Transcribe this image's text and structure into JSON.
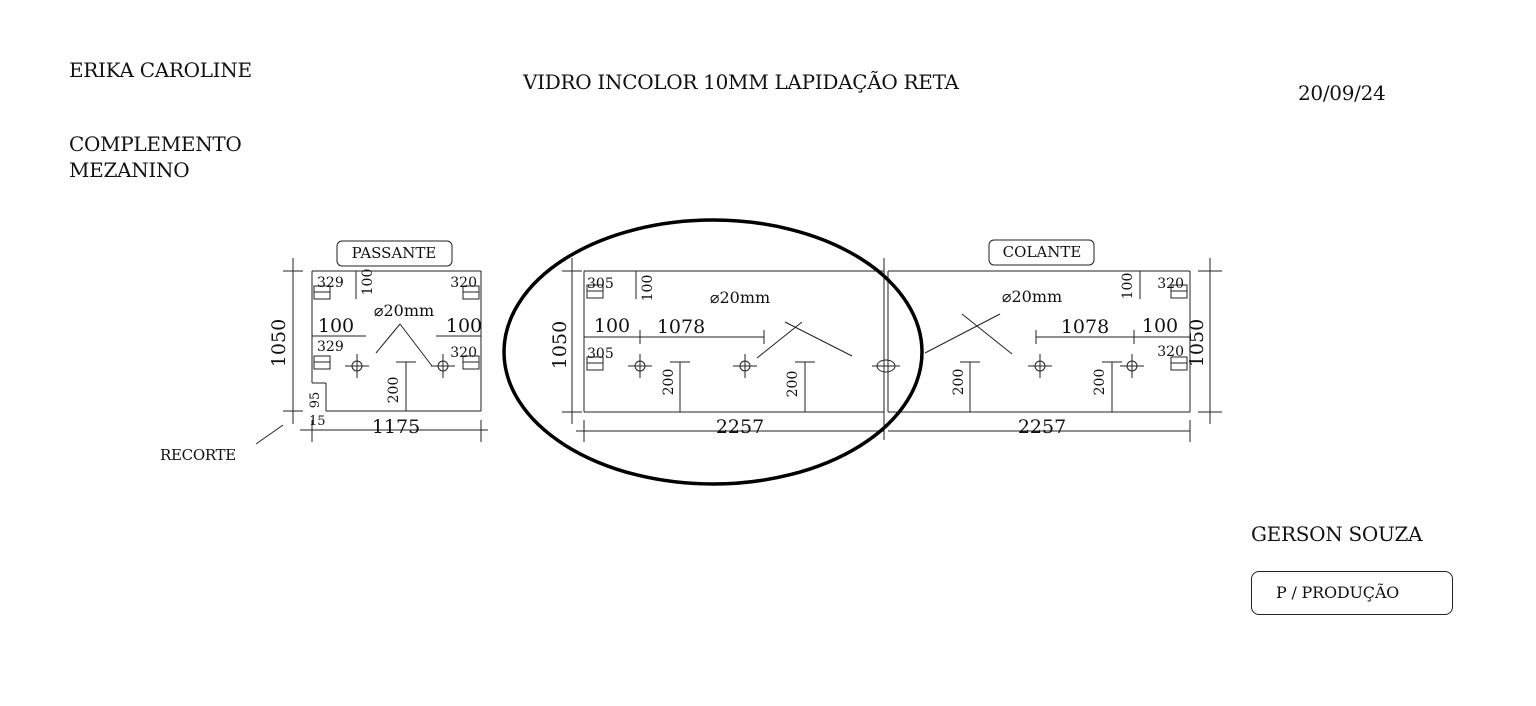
{
  "header": {
    "client": "ERIKA CAROLINE",
    "title": "VIDRO INCOLOR 10MM LAPIDAÇÃO RETA",
    "date": "20/09/24",
    "project_line1": "COMPLEMENTO",
    "project_line2": "MEZANINO"
  },
  "footer": {
    "installer": "GERSON SOUZA",
    "note": "P / PRODUÇÃO"
  },
  "recorte_label": "RECORTE",
  "panel_left": {
    "tag": "PASSANTE",
    "width": "1175",
    "height": "1050",
    "hole_top_left": "329",
    "hole_top_right": "320",
    "hole_top_v": "100",
    "hinge_left": "329",
    "hinge_right": "320",
    "margin_left": "100",
    "margin_right": "100",
    "hole_diameter": "⌀20mm",
    "hole_v": "200",
    "cut_h": "95",
    "cut_w": "15"
  },
  "panel_middle": {
    "width": "2257",
    "height": "1050",
    "hole_top": "305",
    "hole_top_v": "100",
    "hinge": "305",
    "margin": "100",
    "spacing": "1078",
    "hole_diameter": "⌀20mm",
    "hole_v1": "200",
    "hole_v2": "200"
  },
  "panel_right": {
    "tag": "COLANTE",
    "width": "2257",
    "height": "1050",
    "hole_top": "320",
    "hole_top_v": "100",
    "hinge": "320",
    "margin": "100",
    "spacing": "1078",
    "hole_diameter": "⌀20mm",
    "hole_v1": "200",
    "hole_v2": "200"
  }
}
